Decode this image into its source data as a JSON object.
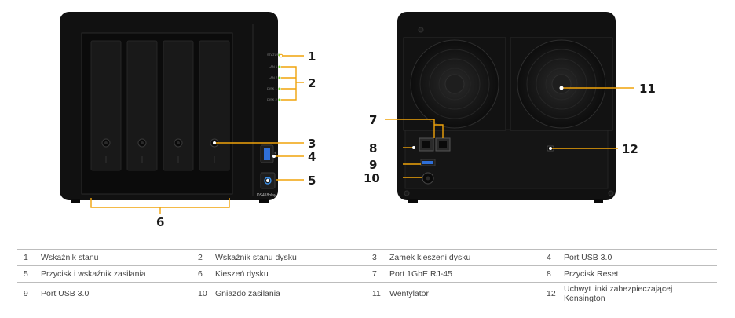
{
  "front": {
    "model_label": "DS418play",
    "led_labels": [
      "STATUS",
      "LAN 1",
      "LAN 2",
      "DISK 1",
      "DISK 2"
    ]
  },
  "callouts": [
    "1",
    "2",
    "3",
    "4",
    "5",
    "6",
    "7",
    "8",
    "9",
    "10",
    "11",
    "12"
  ],
  "legend": [
    {
      "num": "1",
      "text": "Wskaźnik stanu"
    },
    {
      "num": "2",
      "text": "Wskaźnik stanu dysku"
    },
    {
      "num": "3",
      "text": "Zamek kieszeni dysku"
    },
    {
      "num": "4",
      "text": "Port USB 3.0"
    },
    {
      "num": "5",
      "text": "Przycisk i wskaźnik zasilania"
    },
    {
      "num": "6",
      "text": "Kieszeń dysku"
    },
    {
      "num": "7",
      "text": "Port 1GbE RJ-45"
    },
    {
      "num": "8",
      "text": "Przycisk Reset"
    },
    {
      "num": "9",
      "text": "Port USB 3.0"
    },
    {
      "num": "10",
      "text": "Gniazdo zasilania"
    },
    {
      "num": "11",
      "text": "Wentylator"
    },
    {
      "num": "12",
      "text": "Uchwyt linki zabezpieczającej Kensington"
    }
  ],
  "colors": {
    "device_body": "#111111",
    "panel": "#1b1b1b",
    "led_green": "#7bd23a",
    "usb_blue": "#2f6fd8",
    "power_blue": "#3b8fe8",
    "callout_line": "#f0a30a"
  }
}
